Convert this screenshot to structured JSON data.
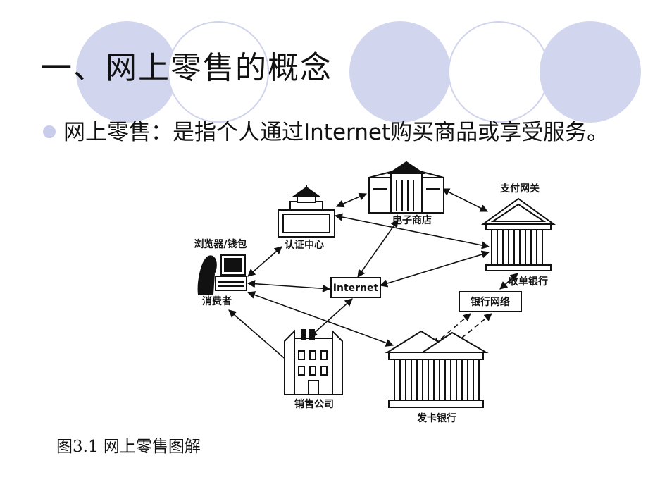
{
  "title": "一、网上零售的概念",
  "bullet": "网上零售：是指个人通过Internet购买商品或享受服务。",
  "diagram": {
    "browser_wallet": "浏览器/钱包",
    "consumer": "消费者",
    "cert_center": "认证中心",
    "e_merchant": "电子商店",
    "payment_gateway": "支付网关",
    "acquiring_bank": "收单银行",
    "internet": "Internet",
    "bank_network": "银行网络",
    "sales_company": "销售公司",
    "issuing_bank": "发卡银行"
  },
  "caption": "图3.1 网上零售图解",
  "colors": {
    "decor_circle": "#d2d5ee",
    "bullet": "#c9cceb"
  }
}
